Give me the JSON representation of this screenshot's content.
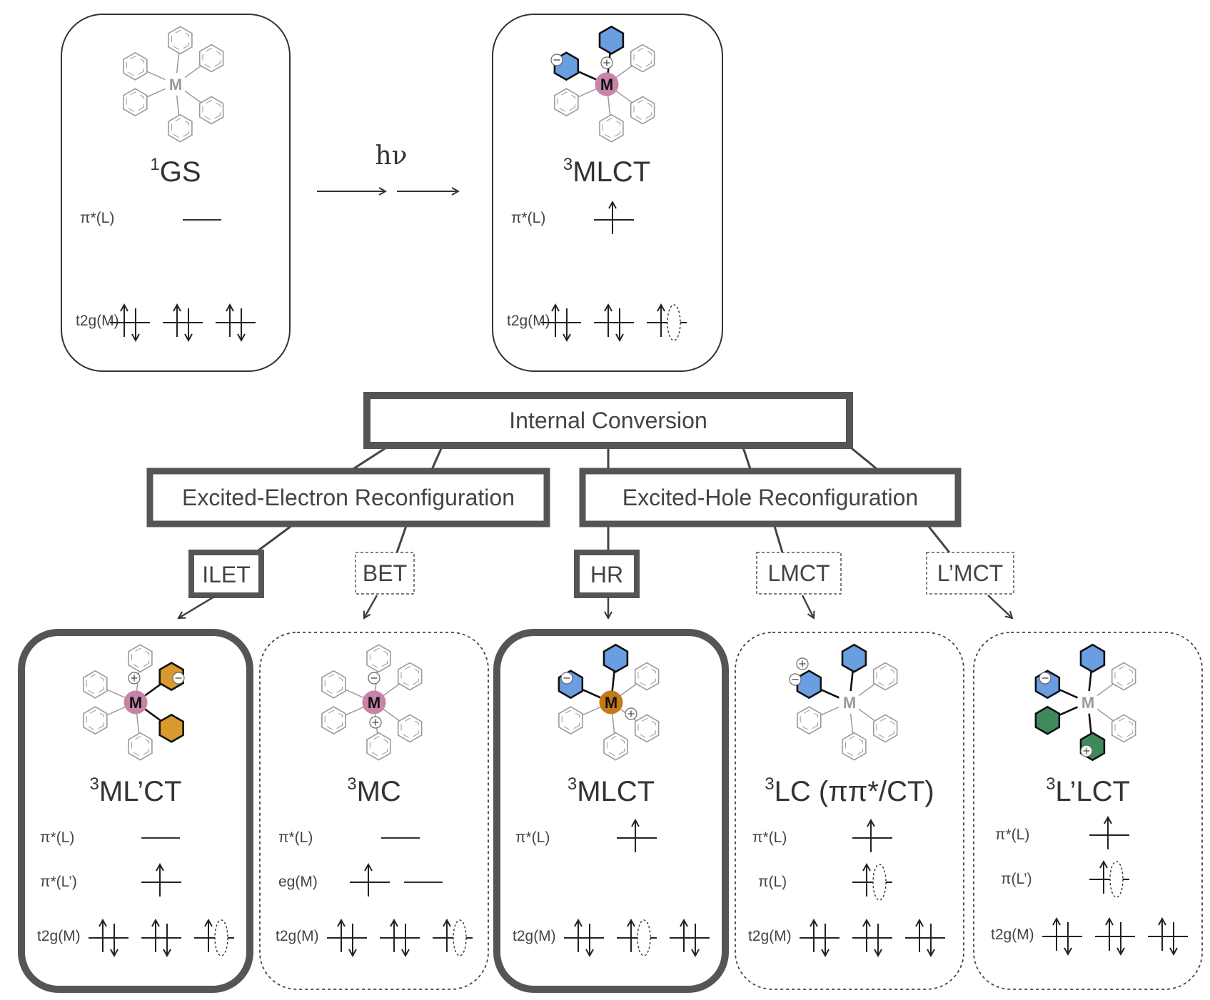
{
  "top_states": {
    "ground": {
      "title": "GS",
      "title_sup": "1",
      "metal_label": "M",
      "orbital_labels": [
        "π*(L)",
        "t2g(M)"
      ]
    },
    "excitation": {
      "label": "hν"
    },
    "initial_excited": {
      "title": "MLCT",
      "title_sup": "3",
      "metal_label": "M",
      "orbital_labels": [
        "π*(L)",
        "t2g(M)"
      ]
    }
  },
  "hierarchy": {
    "root": "Internal Conversion",
    "branches": [
      "Excited-Electron Reconfiguration",
      "Excited-Hole Reconfiguration"
    ],
    "processes": [
      {
        "label": "ILET",
        "emphasis": "bold"
      },
      {
        "label": "BET",
        "emphasis": "dotted"
      },
      {
        "label": "HR",
        "emphasis": "bold"
      },
      {
        "label": "LMCT",
        "emphasis": "dotted"
      },
      {
        "label": "L’MCT",
        "emphasis": "dotted"
      }
    ]
  },
  "final_states": [
    {
      "title": "ML’CT",
      "title_sup": "3",
      "metal_label": "M",
      "emphasis": "bold",
      "orbital_labels": [
        "π*(L)",
        "π*(L’)",
        "t2g(M)"
      ]
    },
    {
      "title": "MC",
      "title_sup": "3",
      "metal_label": "M",
      "emphasis": "dotted",
      "orbital_labels": [
        "π*(L)",
        "eg(M)",
        "t2g(M)"
      ]
    },
    {
      "title": "MLCT",
      "title_sup": "3",
      "metal_label": "M",
      "emphasis": "bold",
      "orbital_labels": [
        "π*(L)",
        "t2g(M)"
      ]
    },
    {
      "title": "LC (ππ*/CT)",
      "title_sup": "3",
      "metal_label": "M",
      "emphasis": "dotted",
      "orbital_labels": [
        "π*(L)",
        "π(L)",
        "t2g(M)"
      ]
    },
    {
      "title": "L’LCT",
      "title_sup": "3",
      "metal_label": "M",
      "emphasis": "dotted",
      "orbital_labels": [
        "π*(L)",
        "π(L’)",
        "t2g(M)"
      ]
    }
  ],
  "colors": {
    "ligand_L": "#6a9ee0",
    "ligand_L_prime": "#d89a2e",
    "ligand_L_prime_green": "#3f8a5c",
    "metal_pink": "#c783a8",
    "metal_orange": "#c47a18",
    "line": "#333333",
    "box_outline": "#555555",
    "faint": "#9a9a9a"
  }
}
